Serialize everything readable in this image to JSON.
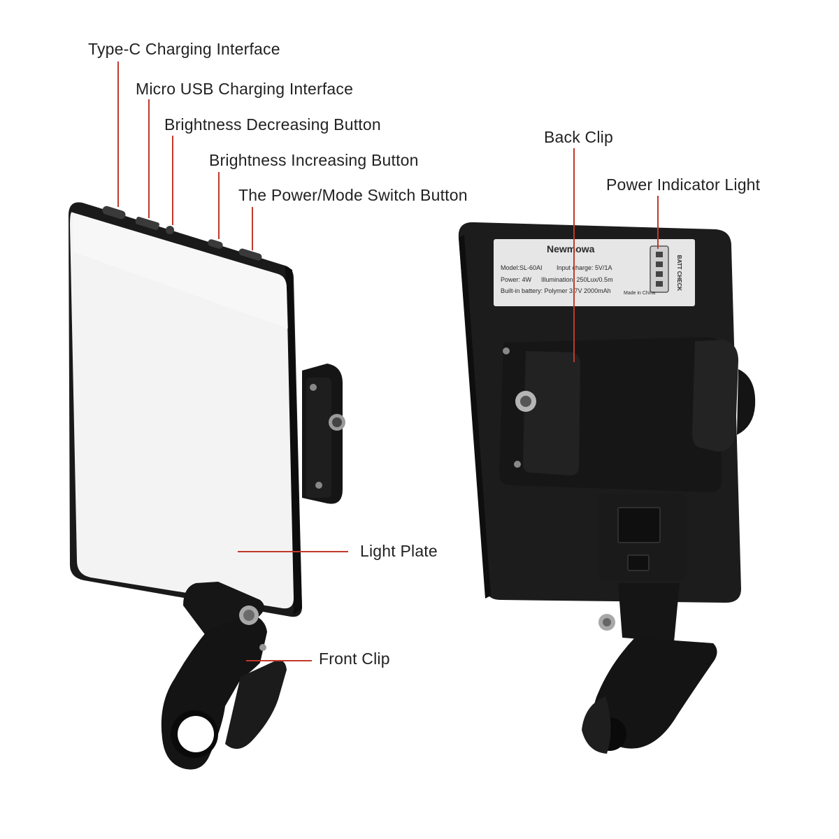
{
  "callouts": {
    "type_c": "Type-C Charging Interface",
    "micro_usb": "Micro USB Charging Interface",
    "brightness_down": "Brightness Decreasing Button",
    "brightness_up": "Brightness Increasing Button",
    "power_mode": "The Power/Mode Switch Button",
    "light_plate": "Light Plate",
    "front_clip": "Front Clip",
    "back_clip": "Back Clip",
    "power_indicator": "Power Indicator Light"
  },
  "spec_label": {
    "brand": "Newmowa",
    "model": "Model:SL-60AI",
    "input": "Input charge: 5V/1A",
    "power": "Power: 4W",
    "illumination": "Illumination: 250Lux/0.5m",
    "battery": "Built-in battery: Polymer 3.7V 2000mAh",
    "made_in": "Made in China",
    "batt_check": "BATT CHECK"
  },
  "colors": {
    "leader_line": "#c0392b",
    "device_body": "#1c1c1c",
    "light_panel": "#f4f4f4",
    "label_sticker": "#e6e6e6"
  }
}
